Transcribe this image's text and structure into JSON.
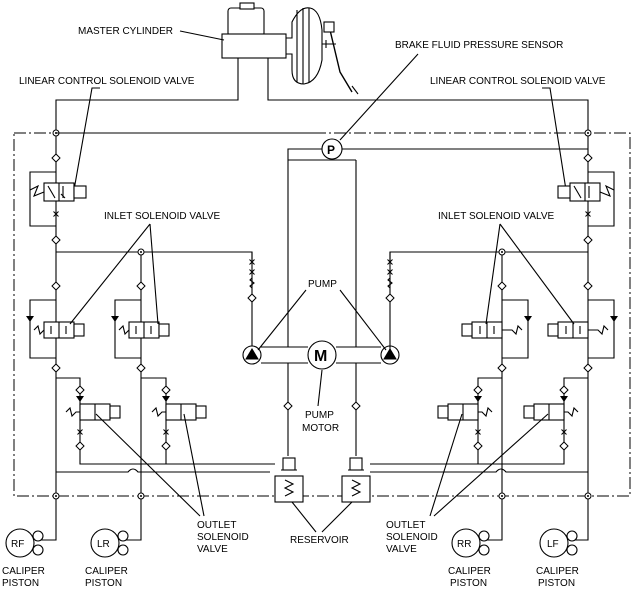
{
  "labels": {
    "master_cylinder": "MASTER CYLINDER",
    "brake_fluid_pressure_sensor": "BRAKE FLUID PRESSURE SENSOR",
    "linear_control_left": "LINEAR CONTROL SOLENOID VALVE",
    "linear_control_right": "LINEAR CONTROL SOLENOID VALVE",
    "inlet_left": "INLET SOLENOID VALVE",
    "inlet_right": "INLET SOLENOID VALVE",
    "pump": "PUMP",
    "pump_motor_line1": "PUMP",
    "pump_motor_line2": "MOTOR",
    "motor_symbol": "M",
    "pressure_symbol": "P",
    "outlet_left_line1": "OUTLET",
    "outlet_left_line2": "SOLENOID",
    "outlet_left_line3": "VALVE",
    "outlet_right_line1": "OUTLET",
    "outlet_right_line2": "SOLENOID",
    "outlet_right_line3": "VALVE",
    "reservoir": "RESERVOIR"
  },
  "wheels": [
    {
      "code": "RF",
      "line1": "CALIPER",
      "line2": "PISTON"
    },
    {
      "code": "LR",
      "line1": "CALIPER",
      "line2": "PISTON"
    },
    {
      "code": "RR",
      "line1": "CALIPER",
      "line2": "PISTON"
    },
    {
      "code": "LF",
      "line1": "CALIPER",
      "line2": "PISTON"
    }
  ]
}
